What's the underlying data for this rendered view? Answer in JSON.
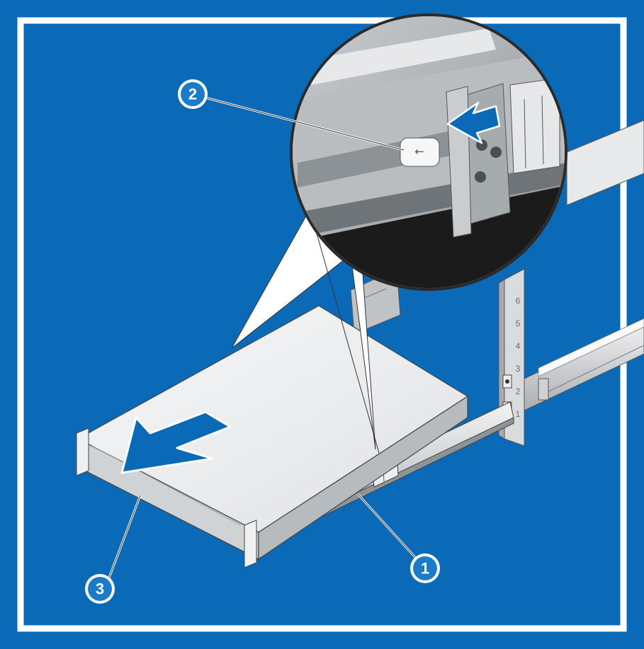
{
  "colors": {
    "background": "#0a6ab8",
    "frame": "#ffffff",
    "callout_fill": "#1b7bc9"
  },
  "callouts": [
    {
      "label": "1",
      "target": "rail"
    },
    {
      "label": "2",
      "target": "release-tab"
    },
    {
      "label": "3",
      "target": "system"
    }
  ],
  "rack_unit_labels": [
    "1",
    "2",
    "3",
    "4",
    "5",
    "6"
  ],
  "release_tab_glyph": "←"
}
